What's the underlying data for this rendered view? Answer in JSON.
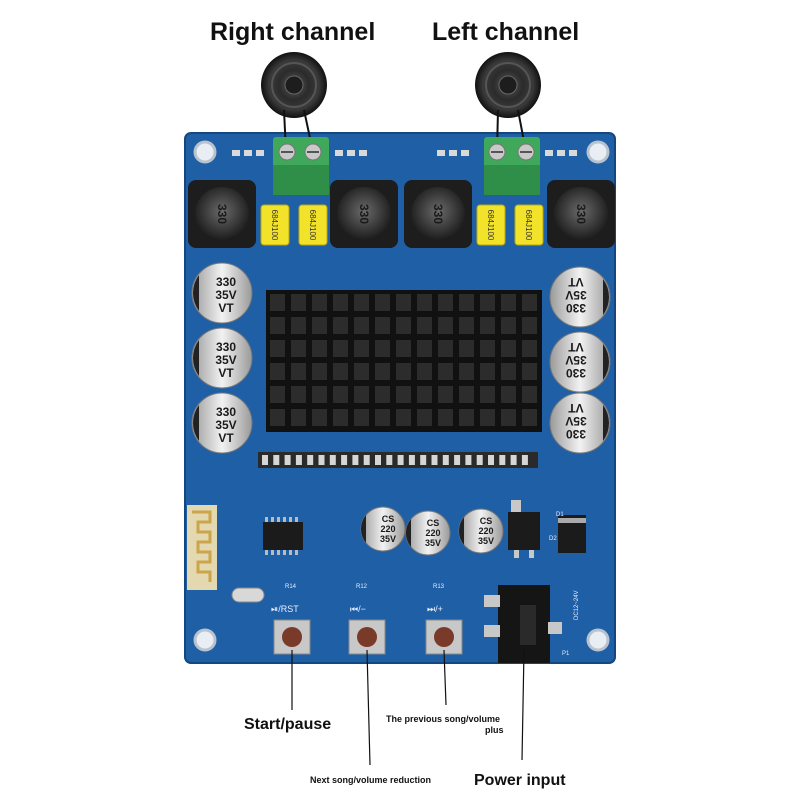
{
  "labels": {
    "right_channel": "Right channel",
    "left_channel": "Left channel",
    "start_pause": "Start/pause",
    "previous_volume_plus_line1": "The previous song/volume",
    "previous_volume_plus_line2": "plus",
    "next_volume_reduction": "Next song/volume reduction",
    "power_input": "Power input"
  },
  "board": {
    "color": "#1f5fa6",
    "inductor_marking": "330",
    "filter_cap_marking": "684J100",
    "electrolytic_marking": [
      "330",
      "35V",
      "VT"
    ],
    "small_cap_marking": [
      "CS",
      "220",
      "35V"
    ],
    "silk": {
      "btn_start": "⏯/RST",
      "btn_prev": "⏮/−",
      "btn_next": "⏭/+",
      "r14": "R14",
      "r12": "R12",
      "r13": "R13",
      "power_range": "DC12~24V",
      "p1": "P1",
      "d1": "D1",
      "d2": "D2"
    }
  }
}
